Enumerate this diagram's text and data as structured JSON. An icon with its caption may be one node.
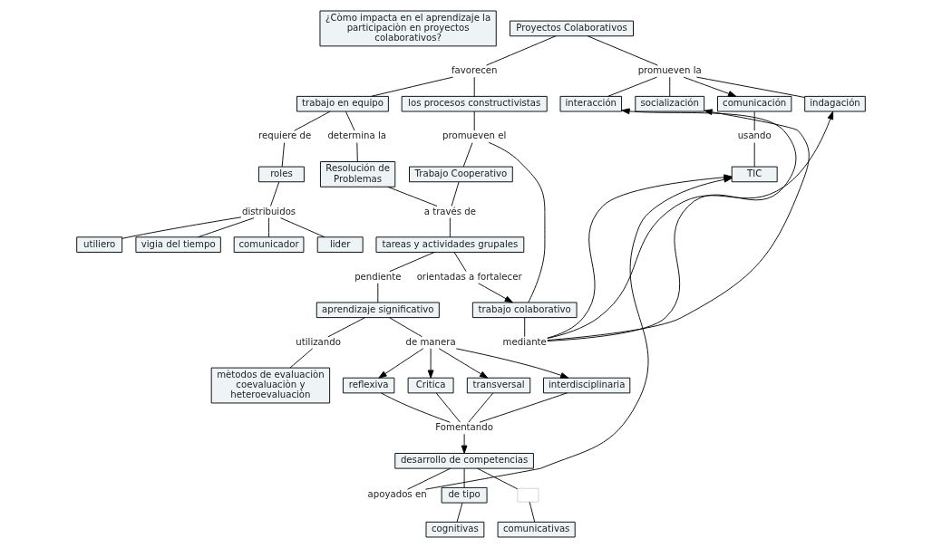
{
  "diagram": {
    "nodes": [
      {
        "text": [
          "¿Còmo impacta en el aprendizaje la participaciòn en proyectos colaborativos?"
        ]
      },
      {
        "text": [
          "Proyectos Colaborativos"
        ]
      },
      {
        "text": [
          "favorecen"
        ]
      },
      {
        "text": [
          "promueven la"
        ]
      },
      {
        "text": [
          "comunicación"
        ]
      },
      {
        "text": [
          "trabajo en equipo"
        ]
      },
      {
        "text": [
          "los procesos constructivistas"
        ]
      },
      {
        "text": [
          "indagación"
        ]
      },
      {
        "text": [
          "usando"
        ]
      },
      {
        "text": [
          "requiere de"
        ]
      },
      {
        "text": [
          "determina la"
        ]
      },
      {
        "text": [
          "promueven el"
        ]
      },
      {
        "text": [
          "interacción"
        ]
      },
      {
        "text": [
          "socialización"
        ]
      },
      {
        "text": [
          "TIC"
        ]
      },
      {
        "text": [
          "Resolución de Problemas"
        ]
      },
      {
        "text": [
          "Trabajo Cooperativo"
        ]
      },
      {
        "text": [
          "roles"
        ]
      },
      {
        "text": [
          "trabajo colaborativo"
        ]
      },
      {
        "text": [
          "mediante"
        ]
      },
      {
        "text": [
          "apoyados en"
        ]
      },
      {
        "text": [
          "distribuidos"
        ]
      },
      {
        "text": [
          "a través de"
        ]
      },
      {
        "text": [
          "vigia del tiempo"
        ]
      },
      {
        "text": [
          "comunicador"
        ]
      },
      {
        "text": [
          "tareas y actividades grupales"
        ]
      },
      {
        "text": [
          "orientadas a fortalecer"
        ]
      },
      {
        "text": [
          "desarrollo de competencias"
        ]
      },
      {
        "text": [
          "Fomentando"
        ]
      },
      {
        "text": [
          "lider"
        ]
      },
      {
        "text": [
          "utiliero"
        ]
      },
      {
        "text": [
          "pendiente"
        ]
      },
      {
        "text": [
          "reflexiva"
        ]
      },
      {
        "text": [
          "de tipo"
        ]
      },
      {
        "text": [],
        "shape": "box"
      },
      {
        "text": [
          "Critica"
        ]
      },
      {
        "text": [
          "aprendizaje significativo"
        ]
      },
      {
        "text": [
          "de manera"
        ]
      },
      {
        "text": [
          "cognitivas"
        ]
      },
      {
        "text": [
          "comunicativas"
        ]
      },
      {
        "text": [
          "transversal"
        ]
      },
      {
        "text": [
          "utilizando"
        ]
      },
      {
        "text": [
          "interdisciplinaria"
        ]
      },
      {
        "text": [
          "mètodos de evaluaciòn coevaluaciòn y heteroevaluaciòn"
        ]
      }
    ],
    "edges": [
      {
        "from": 1,
        "to": 2,
        "arrow": "none"
      },
      {
        "from": 2,
        "to": 5,
        "arrow": "none"
      },
      {
        "from": 2,
        "to": 6,
        "arrow": "none"
      },
      {
        "from": 1,
        "to": 3,
        "arrow": "none"
      },
      {
        "from": 3,
        "to": 4,
        "arrow": "to"
      },
      {
        "from": 3,
        "to": 7,
        "arrow": "none"
      },
      {
        "from": 3,
        "to": 12,
        "arrow": "none"
      },
      {
        "from": 3,
        "to": 13,
        "arrow": "none"
      },
      {
        "from": 4,
        "to": 8,
        "arrow": "none"
      },
      {
        "from": 8,
        "to": 14,
        "arrow": "none"
      },
      {
        "from": 5,
        "to": 9,
        "arrow": "none"
      },
      {
        "from": 5,
        "to": 10,
        "arrow": "none"
      },
      {
        "from": 9,
        "to": 17,
        "arrow": "none"
      },
      {
        "from": 10,
        "to": 15,
        "arrow": "none"
      },
      {
        "from": 6,
        "to": 11,
        "arrow": "none"
      },
      {
        "from": 11,
        "to": 16,
        "arrow": "none"
      },
      {
        "from": 11,
        "to": 18,
        "arrow": "none"
      },
      {
        "from": 17,
        "to": 21,
        "arrow": "none"
      },
      {
        "from": 21,
        "to": 23,
        "arrow": "none"
      },
      {
        "from": 21,
        "to": 29,
        "arrow": "none"
      },
      {
        "from": 21,
        "to": 30,
        "arrow": "none"
      },
      {
        "from": 21,
        "to": 24,
        "arrow": "none"
      },
      {
        "from": 15,
        "to": 22,
        "arrow": "none"
      },
      {
        "from": 16,
        "to": 22,
        "arrow": "none"
      },
      {
        "from": 22,
        "to": 25,
        "arrow": "none"
      },
      {
        "from": 25,
        "to": 26,
        "arrow": "none"
      },
      {
        "from": 26,
        "to": 18,
        "arrow": "to"
      },
      {
        "from": 18,
        "to": 19,
        "arrow": "none"
      },
      {
        "from": 19,
        "to": 12,
        "arrow": "to"
      },
      {
        "from": 19,
        "to": 13,
        "arrow": "to"
      },
      {
        "from": 19,
        "to": 7,
        "arrow": "to"
      },
      {
        "from": 19,
        "to": 14,
        "arrow": "to"
      },
      {
        "from": 27,
        "to": 20,
        "arrow": "none"
      },
      {
        "from": 20,
        "to": 14,
        "arrow": "to"
      },
      {
        "from": 25,
        "to": 31,
        "arrow": "none"
      },
      {
        "from": 31,
        "to": 36,
        "arrow": "none"
      },
      {
        "from": 36,
        "to": 37,
        "arrow": "none"
      },
      {
        "from": 37,
        "to": 32,
        "arrow": "to"
      },
      {
        "from": 37,
        "to": 35,
        "arrow": "to"
      },
      {
        "from": 37,
        "to": 40,
        "arrow": "to"
      },
      {
        "from": 37,
        "to": 42,
        "arrow": "to"
      },
      {
        "from": 32,
        "to": 28,
        "arrow": "none"
      },
      {
        "from": 35,
        "to": 28,
        "arrow": "none"
      },
      {
        "from": 40,
        "to": 28,
        "arrow": "none"
      },
      {
        "from": 42,
        "to": 28,
        "arrow": "none"
      },
      {
        "from": 28,
        "to": 27,
        "arrow": "to"
      },
      {
        "from": 27,
        "to": 33,
        "arrow": "none"
      },
      {
        "from": 27,
        "to": 34,
        "arrow": "none"
      },
      {
        "from": 33,
        "to": 38,
        "arrow": "none"
      },
      {
        "from": 34,
        "to": 39,
        "arrow": "none"
      },
      {
        "from": 36,
        "to": 41,
        "arrow": "none"
      },
      {
        "from": 41,
        "to": 43,
        "arrow": "none"
      }
    ]
  }
}
